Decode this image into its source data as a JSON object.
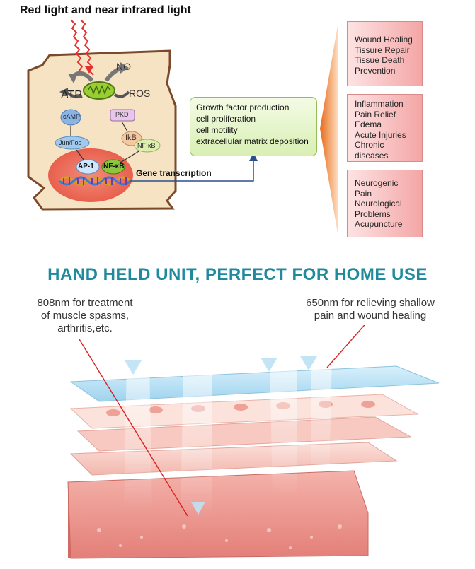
{
  "top_title": "Red light and near infrared light",
  "cell": {
    "no": "NO",
    "atp": "ATP",
    "ros": "ROS",
    "camp": "cAMP",
    "pkd": "PKD",
    "jun_fos": "Jun/Fos",
    "ikb": "IkB",
    "nfkb_top": "NF-κB",
    "ap1": "AP-1",
    "nfkb_bottom": "NF-κB",
    "gene_transcription": "Gene transcription"
  },
  "growth_box": {
    "lines": [
      "Growth factor production",
      "cell proliferation",
      "cell motility",
      "extracellular matrix deposition"
    ]
  },
  "effects": [
    {
      "lines": [
        "Wound Healing",
        "Tissure Repair",
        "Tissue Death",
        "Prevention"
      ]
    },
    {
      "lines": [
        "Inflammation",
        "Pain Relief",
        "Edema",
        "Acute Injuries",
        "Chronic",
        "diseases"
      ]
    },
    {
      "lines": [
        "Neurogenic",
        "Pain",
        "Neurological",
        "Problems",
        "Acupuncture"
      ]
    }
  ],
  "subtitle": "HAND HELD UNIT, PERFECT FOR HOME USE",
  "notes": {
    "left": [
      "808nm for treatment",
      "of muscle spasms,",
      "arthritis,etc."
    ],
    "right": [
      "650nm for relieving shallow",
      "pain and wound healing"
    ]
  },
  "colors": {
    "cell_fill": "#f6e3c4",
    "cell_stroke": "#7a4a2a",
    "nucleus": "#ea6f5c",
    "mitochondria": "#9acd32",
    "subtitle": "#1f8a9c",
    "pointer_line": "#d62020",
    "connector": "#2a4f8c"
  },
  "icons": [
    "mitochondria-icon",
    "dna-helix-icon",
    "light-ray-icon",
    "skin-layers-illustration"
  ]
}
